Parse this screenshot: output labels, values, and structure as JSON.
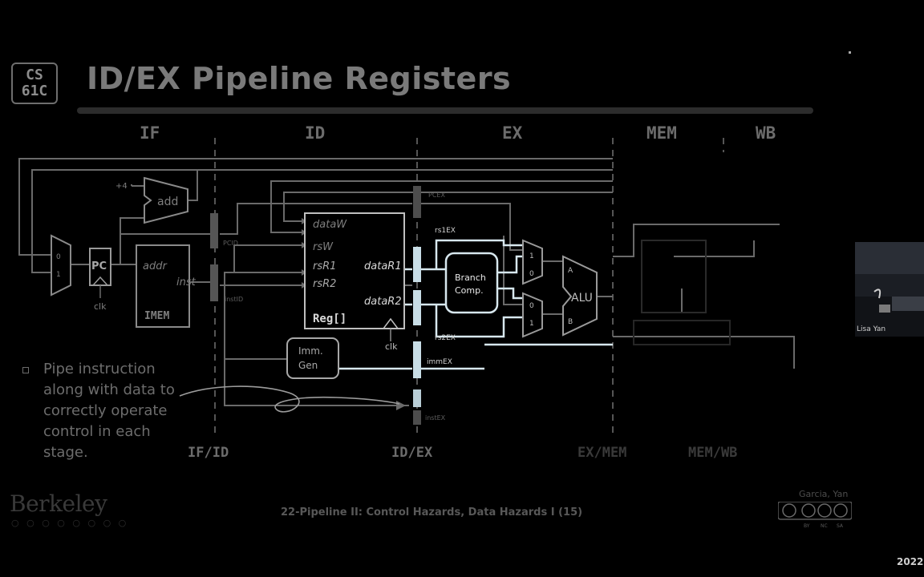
{
  "slide": {
    "logo_line1": "CS",
    "logo_line2": "61C",
    "title": "ID/EX Pipeline Registers",
    "stages": [
      "IF",
      "ID",
      "EX",
      "MEM",
      "WB"
    ],
    "registers": [
      "IF/ID",
      "ID/EX",
      "EX/MEM",
      "MEM/WB"
    ],
    "bullet": "Pipe instruction along with data to correctly operate control in each stage.",
    "footer": "22-Pipeline II: Control Hazards, Data Hazards I (15)",
    "authors": "Garcia, Yan",
    "university": "Berkeley",
    "cc_labels": [
      "BY",
      "NC",
      "SA"
    ]
  },
  "diagram": {
    "plus4": "+4",
    "add": "add",
    "mux0": "0",
    "mux1": "1",
    "pc": "PC",
    "clk": "clk",
    "addr": "addr",
    "inst": "inst",
    "imem": "IMEM",
    "pc_id": "PCID",
    "inst_id": "instID",
    "dataW": "dataW",
    "rsW": "rsW",
    "rsR1": "rsR1",
    "rsR2": "rsR2",
    "dataR1": "dataR1",
    "dataR2": "dataR2",
    "reg": "Reg[]",
    "imm1": "Imm.",
    "imm2": "Gen",
    "pc_ex": "PCEX",
    "rs1_ex": "rs1EX",
    "rs2_ex": "rs2EX",
    "imm_ex": "immEX",
    "inst_ex": "instEX",
    "branch1": "Branch",
    "branch2": "Comp.",
    "alu": "ALU",
    "alu_a": "A",
    "alu_b": "B"
  },
  "webcam": {
    "name": "Lisa Yan"
  },
  "date": "2022-"
}
